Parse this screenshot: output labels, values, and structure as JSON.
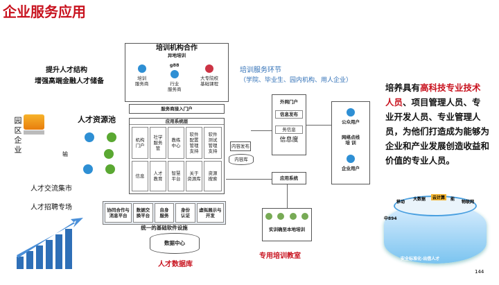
{
  "title": "企业服务应用",
  "left": {
    "upgrade1": "提升人才结构",
    "upgrade2": "增强高端金融人才储备",
    "park": "园区企业",
    "pool": "人才资源池",
    "output": "输",
    "market": "人才交流集市",
    "recruit": "人才招聘专场"
  },
  "top": {
    "coop_title": "培训机构合作",
    "offsite": "异地培训",
    "items": [
      {
        "label": "培训\n服务商"
      },
      {
        "label": "行业\n服务商"
      },
      {
        "label": "大专院校\n基础课程"
      }
    ],
    "portal": "服务商接入门户",
    "badge": "g88"
  },
  "env": {
    "title": "培训服务环节",
    "sub": "（学院、毕业生、园内机构、用人企业）"
  },
  "app": {
    "title": "应用系统层",
    "row1": [
      "机构\n门户",
      "社学\n服务\n管",
      "教练\n中心",
      "软件\n配置\n管理\n支持",
      "软件\n测试\n管理\n支持"
    ],
    "row2": [
      "信息",
      "人才\n教育",
      "智慧\n平台",
      "关于\n资源库",
      "资源\n搜索"
    ],
    "bottom": [
      "协同合作与\n消息平台",
      "数据交\n换平台",
      "自身\n服务",
      "身份\n认证",
      "虚拟展示与\n开发"
    ],
    "infra": "统一的基础软件设施",
    "dc": "数据中心",
    "db_label": "人才数据库"
  },
  "middle": {
    "content_pub": "内容发布",
    "content_lib": "内容库",
    "extranet": "外网门户",
    "info_pub": "信息发布",
    "task_info": "务信息",
    "info_degree": "信息度",
    "app_sys": "应用系统",
    "local_train": "实训确至本地培训",
    "classroom": "专用培训教室"
  },
  "users": {
    "public": "公众用户",
    "network": "网络点线\n培 训",
    "enterprise": "企业用户"
  },
  "right_text": {
    "prefix": "培养具有",
    "highlight": "高科技专业技术人员",
    "rest": "、项目管理人员、专业开发人员、专业管理人员，为他们打造成为能够为企业和产业发展创造收益和价值的专业人员。"
  },
  "ring": {
    "labels": [
      "移动",
      "大数据",
      "云计算",
      "能",
      "物联网",
      "中894"
    ],
    "bottom": "安全标准化·出借人才"
  },
  "page_num": "144"
}
